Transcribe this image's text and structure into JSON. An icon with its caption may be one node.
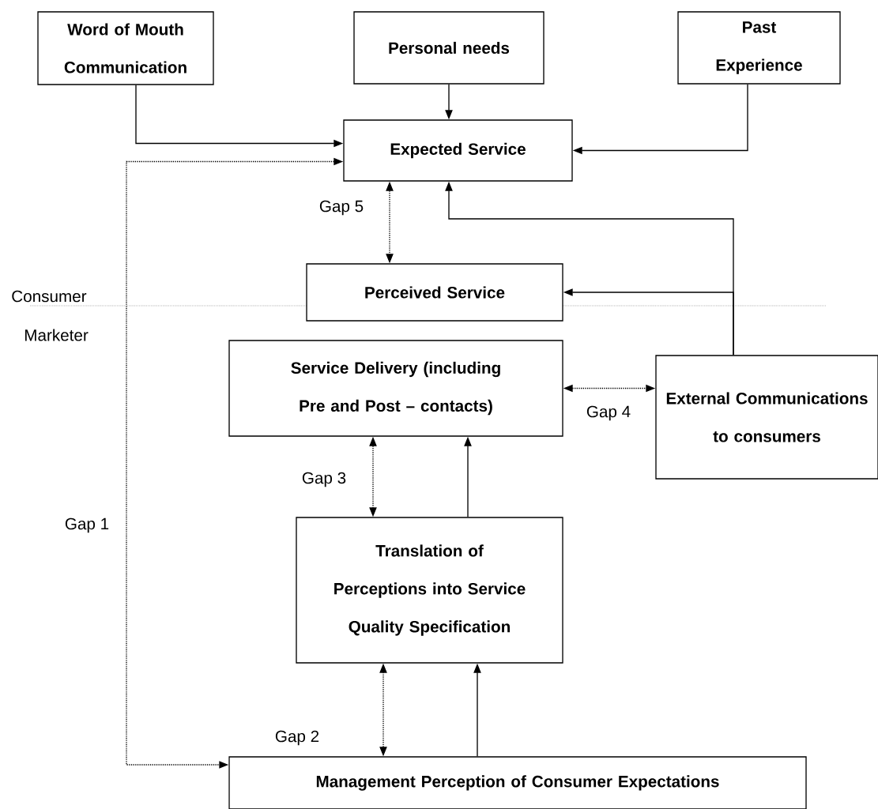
{
  "diagram": {
    "nodes": [
      {
        "text": [
          "Word of Mouth Communication"
        ]
      },
      {
        "text": [
          "Personal needs"
        ]
      },
      {
        "text": [
          "Past Experience"
        ]
      },
      {
        "text": [
          "Expected Service"
        ]
      },
      {
        "text": [
          "Perceived Service"
        ]
      },
      {
        "text": [
          "Service Delivery (including Pre and Post – contacts)"
        ]
      },
      {
        "text": [
          "External Communications to consumers"
        ]
      },
      {
        "text": [
          "Translation of Perceptions into Service Quality Specification"
        ]
      },
      {
        "text": [
          "Management Perception of Consumer Expectations"
        ]
      }
    ],
    "edges": [
      {
        "from": 0,
        "to": 3,
        "arrow": "to"
      },
      {
        "from": 1,
        "to": 3,
        "arrow": "to"
      },
      {
        "from": 2,
        "to": 3,
        "arrow": "to"
      },
      {
        "from": 3,
        "to": 4,
        "arrow": "both",
        "style": "dashed",
        "label": "Gap 5"
      },
      {
        "from": 6,
        "to": 3,
        "arrow": "to"
      },
      {
        "from": 6,
        "to": 4,
        "arrow": "to"
      },
      {
        "from": 5,
        "to": 6,
        "arrow": "both",
        "style": "dashed",
        "label": "Gap 4"
      },
      {
        "from": 5,
        "to": 7,
        "arrow": "both",
        "style": "dashed",
        "label": "Gap 3"
      },
      {
        "from": 7,
        "to": 5,
        "arrow": "to"
      },
      {
        "from": 8,
        "to": 7,
        "arrow": "both",
        "style": "dashed",
        "label": "Gap 2"
      },
      {
        "from": 8,
        "to": 7,
        "arrow": "to"
      },
      {
        "from": 3,
        "to": 8,
        "arrow": "both",
        "style": "dashed",
        "label": "Gap 1"
      }
    ],
    "labels": [
      "Consumer",
      "Marketer"
    ]
  }
}
